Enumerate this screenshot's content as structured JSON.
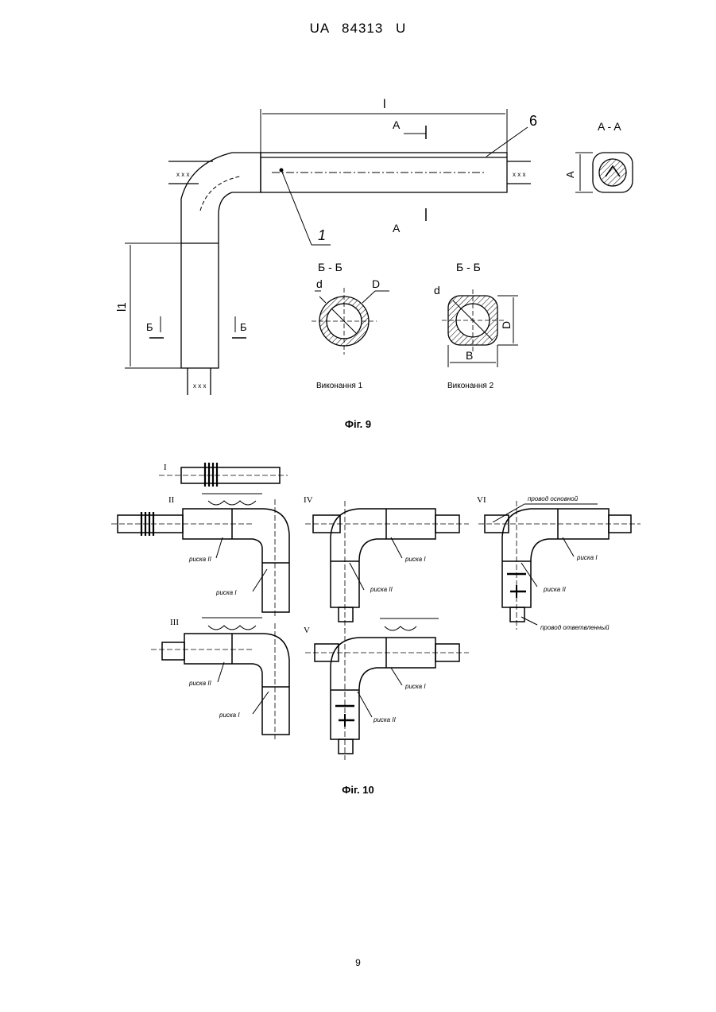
{
  "header": "UA 84313 U",
  "page_number": "9",
  "fig9": {
    "caption": "Фіг. 9",
    "labels": {
      "length_l": "l",
      "length_l1": "l1",
      "section_a_top": "A",
      "section_a_bottom": "A",
      "section_b_left": "Б",
      "section_b_right": "Б",
      "callout_6": "6",
      "callout_1": "1",
      "dim_A": "A"
    },
    "section_aa": {
      "title": "A - A"
    },
    "section_bb1": {
      "title": "Б - Б",
      "d": "d",
      "D": "D",
      "caption": "Виконання 1"
    },
    "section_bb2": {
      "title": "Б - Б",
      "d": "d",
      "D": "D",
      "B": "B",
      "caption": "Виконання 2"
    }
  },
  "fig10": {
    "caption": "Фіг. 10",
    "numerals": [
      "I",
      "II",
      "III",
      "IV",
      "V",
      "VI"
    ],
    "labels": {
      "riska_1": "риска I",
      "riska_2": "риска II",
      "provod_main": "провод основной",
      "provod_branch": "провод ответвленный"
    }
  }
}
